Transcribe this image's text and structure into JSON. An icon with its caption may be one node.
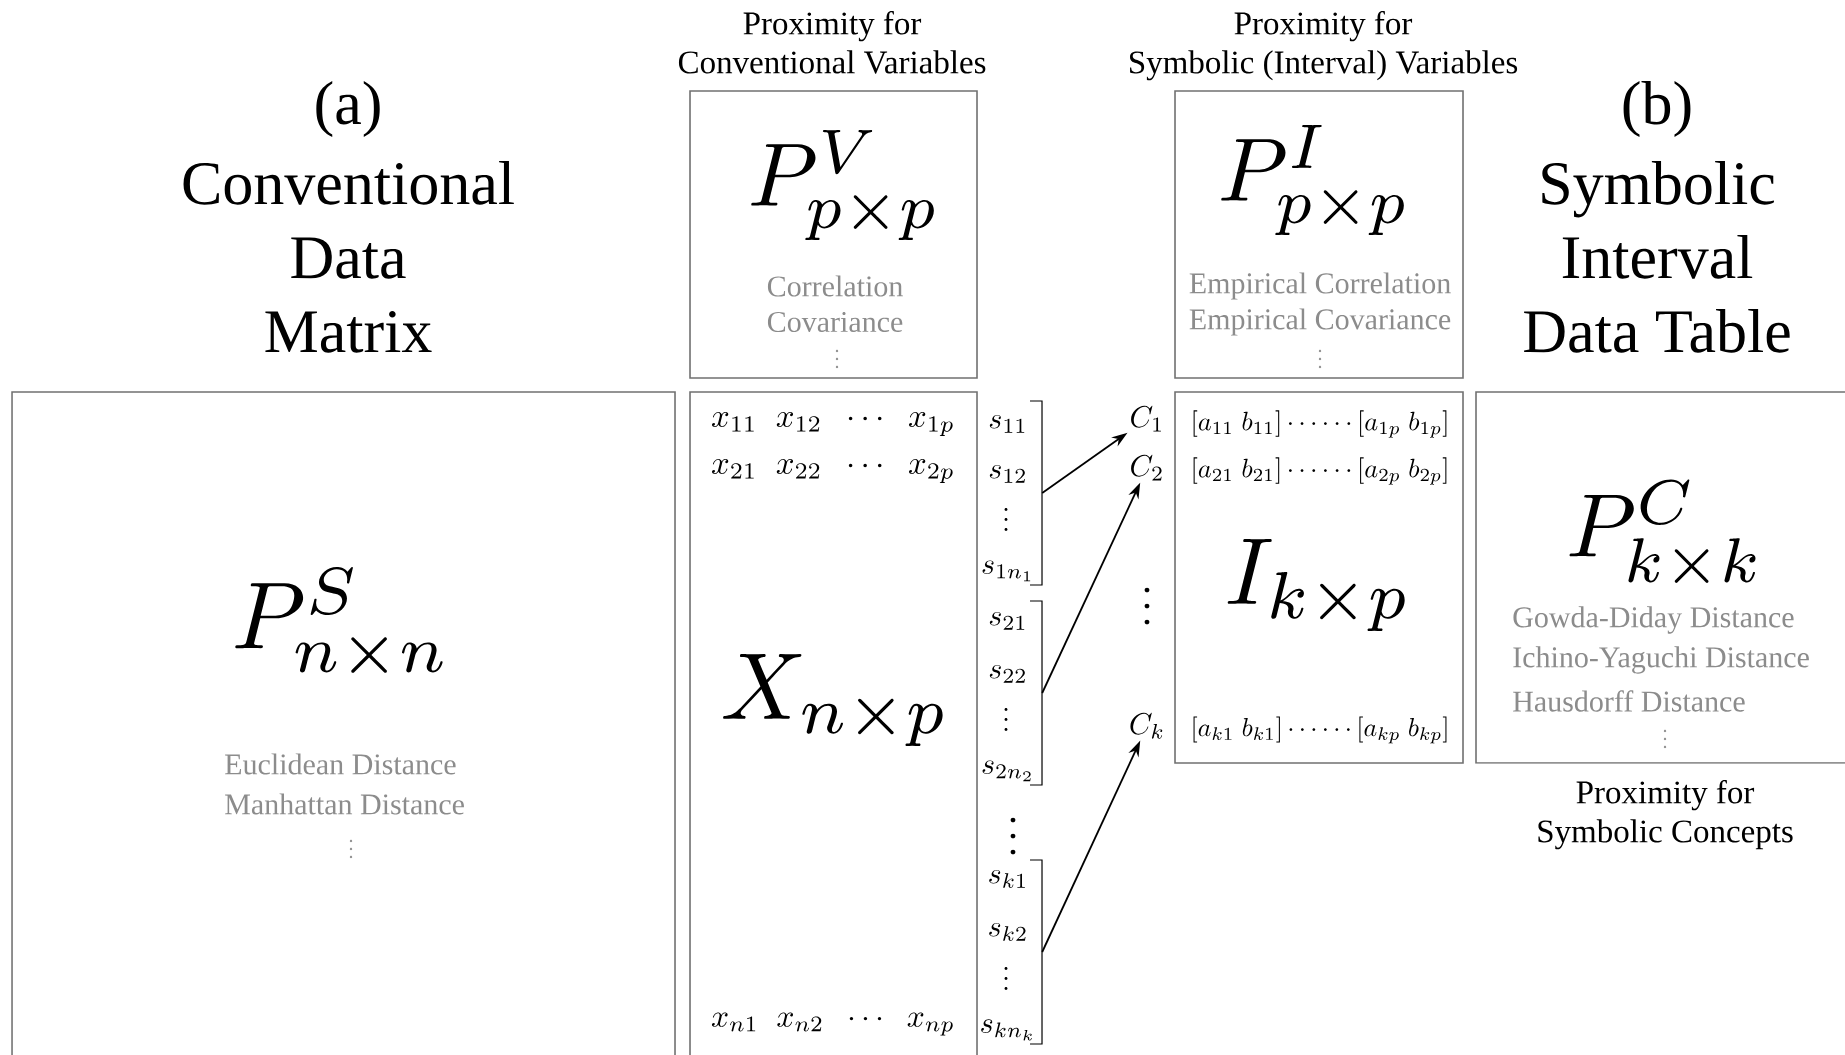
{
  "diagram": {
    "nodes": [
      {
        "text": [
          "P^{S}_{n\\times n}",
          "Euclidean Distance",
          "Manhattan Distance",
          "\\vdots"
        ]
      },
      {
        "text": [
          "Proximity for Conventional Variables",
          "P^{V}_{p\\times p}",
          "Correlation",
          "Covariance",
          "\\vdots"
        ]
      },
      {
        "text": [
          "x_{11}\\;\\;x_{12}\\;\\;\\cdots\\;\\;x_{1p}",
          "x_{21}\\;\\;x_{22}\\;\\;\\cdots\\;\\;x_{2p}",
          "X_{n\\times p}",
          "x_{n1}\\;\\;x_{n2}\\;\\;\\cdots\\;\\;x_{np}"
        ]
      },
      {
        "text": [
          "s_{11}",
          "s_{12}",
          "\\vdots",
          "s_{1n_{1}}"
        ]
      },
      {
        "text": [
          "s_{21}",
          "s_{22}",
          "\\vdots",
          "s_{2n_{2}}"
        ]
      },
      {
        "text": [
          "s_{k1}",
          "s_{k2}",
          "\\vdots",
          "s_{kn_{k}}"
        ]
      },
      {
        "text": [
          "C_{1}"
        ]
      },
      {
        "text": [
          "C_{2}"
        ]
      },
      {
        "text": [
          "C_{k}"
        ]
      },
      {
        "text": [
          "Proximity for Symbolic (Interval) Variables",
          "P^{I}_{p\\times p}",
          "Empirical Correlation",
          "Empirical Covariance",
          "\\vdots"
        ]
      },
      {
        "text": [
          "[a_{11}\\;b_{11}]\\cdots\\cdots[a_{1p}\\;b_{1p}]",
          "[a_{21}\\;b_{21}]\\cdots\\cdots[a_{2p}\\;b_{2p}]",
          "I_{k\\times p}",
          "[a_{k1}\\;b_{k1}]\\cdots\\cdots[a_{kp}\\;b_{kp}]"
        ]
      },
      {
        "text": [
          "P^{C}_{k\\times k}",
          "Gowda-Diday Distance",
          "Ichino-Yaguchi Distance",
          "Hausdorff Distance",
          "\\vdots",
          "Proximity for Symbolic Concepts"
        ]
      }
    ],
    "edges": [
      {
        "from": 3,
        "to": 6,
        "arrow": "to"
      },
      {
        "from": 4,
        "to": 7,
        "arrow": "to"
      },
      {
        "from": 5,
        "to": 8,
        "arrow": "to"
      }
    ],
    "labels": [
      "(a)",
      "Conventional Data Matrix",
      "(b)",
      "Symbolic Interval Data Table",
      "\\vdots",
      "\\vdots"
    ]
  }
}
